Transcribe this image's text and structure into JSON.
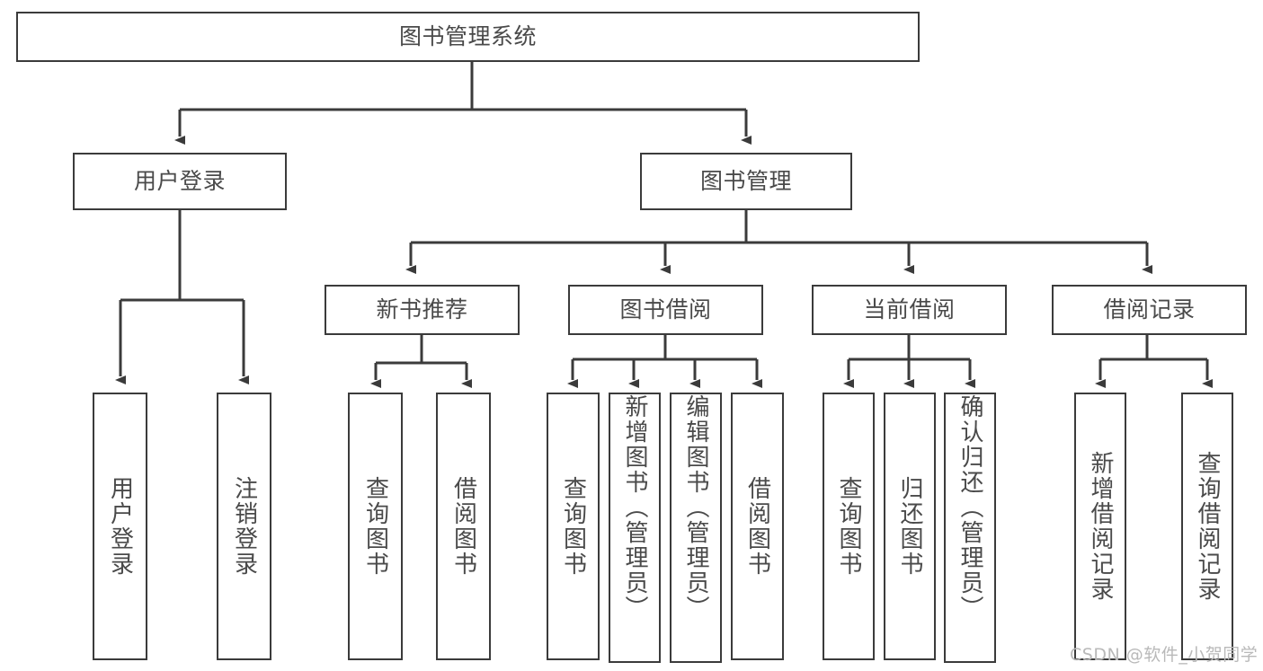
{
  "diagram": {
    "title": "图书管理系统",
    "type": "tree-hierarchy-chart",
    "root": {
      "label": "图书管理系统"
    },
    "level2": [
      {
        "label": "用户登录"
      },
      {
        "label": "图书管理"
      }
    ],
    "level3": [
      {
        "label": "新书推荐"
      },
      {
        "label": "图书借阅"
      },
      {
        "label": "当前借阅"
      },
      {
        "label": "借阅记录"
      }
    ],
    "leaves": {
      "user_login": [
        {
          "label": "用户登录"
        },
        {
          "label": "注销登录"
        }
      ],
      "new_book_recommend": [
        {
          "label": "查询图书"
        },
        {
          "label": "借阅图书"
        }
      ],
      "book_borrow": [
        {
          "label": "查询图书"
        },
        {
          "label": "新增图书（管理员）"
        },
        {
          "label": "编辑图书（管理员）"
        },
        {
          "label": "借阅图书"
        }
      ],
      "current_borrow": [
        {
          "label": "查询图书"
        },
        {
          "label": "归还图书"
        },
        {
          "label": "确认归还（管理员）"
        }
      ],
      "borrow_record": [
        {
          "label": "新增借阅记录"
        },
        {
          "label": "查询借阅记录"
        }
      ]
    }
  },
  "watermark": {
    "text": "CSDN @软件_小贺同学"
  },
  "colors": {
    "box_border": "#3b3b3b",
    "box_fill": "#ffffff",
    "text": "#4a4a4a",
    "edge": "#3b3b3b",
    "watermark": "#b9b9b9",
    "background": "#ffffff"
  }
}
